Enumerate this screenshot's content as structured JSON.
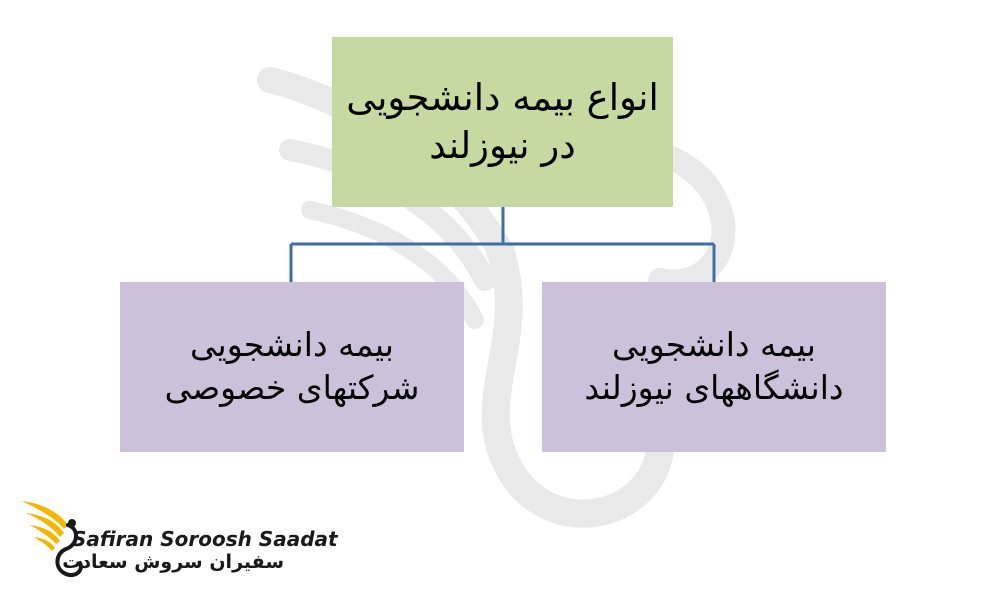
{
  "diagram": {
    "root": {
      "label": "انواع بیمه دانشجویی\nدر نیوزلند"
    },
    "children": [
      {
        "label": "بیمه دانشجویی\nشرکتهای خصوصی"
      },
      {
        "label": "بیمه دانشجویی\nدانشگاههای نیوزلند"
      }
    ]
  },
  "brand": {
    "name_en": "Safiran Soroosh Saadat",
    "name_fa": "سفیران سروش سعادت"
  },
  "colors": {
    "root_fill": "#c6d9a0",
    "child_fill": "#ccc1da",
    "connector": "#3d6ea8",
    "logo_gold": "#f2b705",
    "watermark": "#e6e6e6"
  }
}
